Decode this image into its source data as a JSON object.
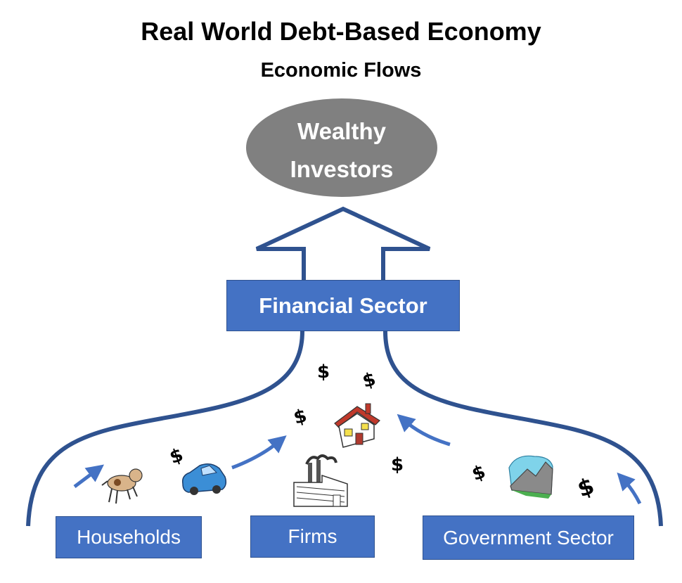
{
  "title": "Real World Debt-Based Economy",
  "subtitle": "Economic Flows",
  "investors": {
    "line1": "Wealthy",
    "line2": "Investors"
  },
  "financial_sector": "Financial Sector",
  "sectors": {
    "households": "Households",
    "firms": "Firms",
    "government": "Government Sector"
  },
  "money_symbol": "$",
  "colors": {
    "box_fill": "#4472C4",
    "flow_line": "#2F528F",
    "ellipse": "#808080",
    "small_arrow": "#4472C4"
  },
  "icons": [
    "dog-icon",
    "car-icon",
    "house-icon",
    "factory-icon",
    "mountain-icon"
  ]
}
